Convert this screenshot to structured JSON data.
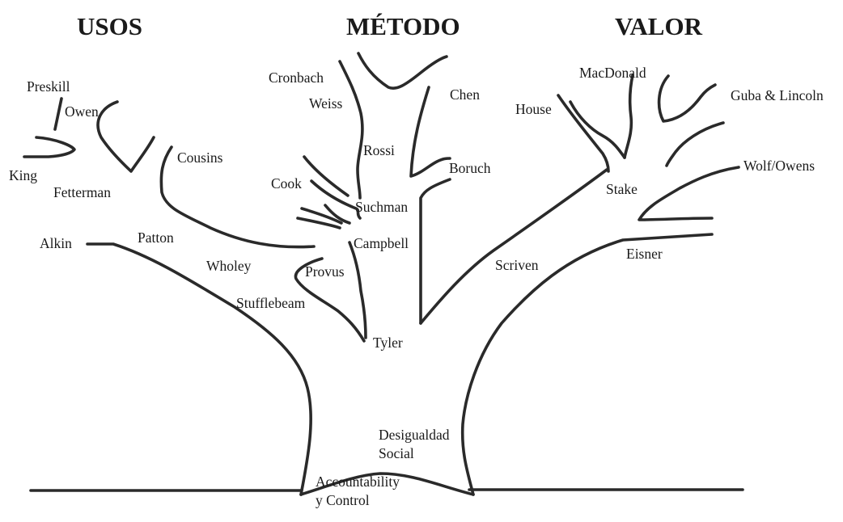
{
  "headings": {
    "usos": "USOS",
    "metodo": "MÉTODO",
    "valor": "VALOR"
  },
  "labels": {
    "preskill": "Preskill",
    "owen": "Owen",
    "king": "King",
    "fetterman": "Fetterman",
    "cousins": "Cousins",
    "alkin": "Alkin",
    "patton": "Patton",
    "wholey": "Wholey",
    "stufflebeam": "Stufflebeam",
    "cronbach": "Cronbach",
    "weiss": "Weiss",
    "rossi": "Rossi",
    "cook": "Cook",
    "suchman": "Suchman",
    "campbell": "Campbell",
    "provus": "Provus",
    "tyler": "Tyler",
    "chen": "Chen",
    "boruch": "Boruch",
    "macdonald": "MacDonald",
    "house": "House",
    "guba_lincoln": "Guba & Lincoln",
    "wolf_owens": "Wolf/Owens",
    "stake": "Stake",
    "scriven": "Scriven",
    "eisner": "Eisner",
    "desigualdad_1": "Desigualdad",
    "desigualdad_2": "Social",
    "accountability_1": "Accountability",
    "accountability_2": "y Control"
  }
}
